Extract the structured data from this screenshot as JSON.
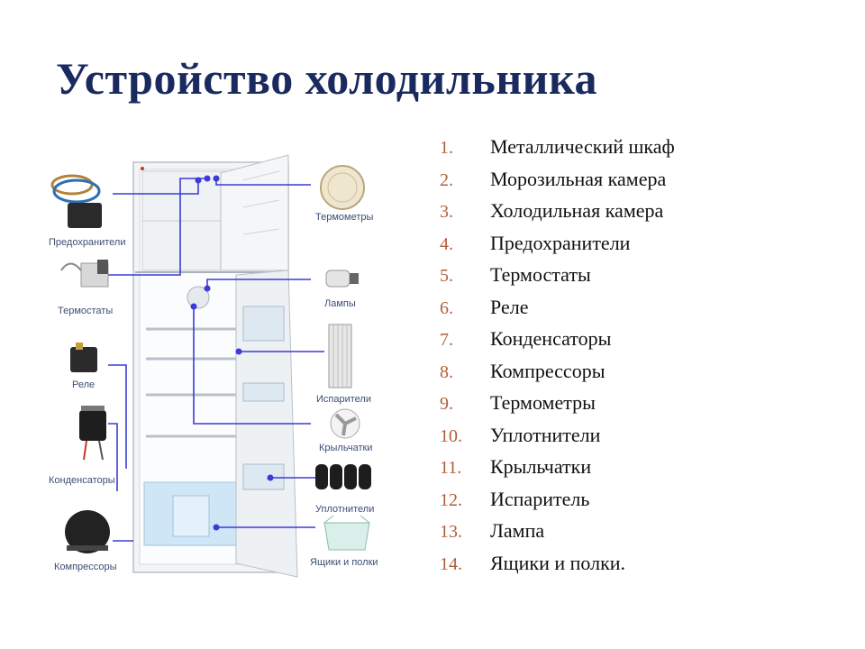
{
  "title": "Устройство холодильника",
  "labels": {
    "fuses": "Предохранители",
    "thermostats": "Термостаты",
    "relay": "Реле",
    "capacitors": "Конденсаторы",
    "compressors": "Компрессоры",
    "thermometers": "Термометры",
    "lamps": "Лампы",
    "evaporators": "Испарители",
    "impellers": "Крыльчатки",
    "seals": "Уплотнители",
    "drawers": "Ящики и полки"
  },
  "items": [
    {
      "num": "1.",
      "text": "Металлический шкаф"
    },
    {
      "num": "2.",
      "text": "Морозильная камера"
    },
    {
      "num": "3.",
      "text": "Холодильная камера"
    },
    {
      "num": "4.",
      "text": "Предохранители"
    },
    {
      "num": "5.",
      "text": "Термостаты"
    },
    {
      "num": "6.",
      "text": "Реле"
    },
    {
      "num": "7.",
      "text": "Конденсаторы"
    },
    {
      "num": "8.",
      "text": "Компрессоры"
    },
    {
      "num": "9.",
      "text": "Термометры"
    },
    {
      "num": "10.",
      "text": "Уплотнители"
    },
    {
      "num": "11.",
      "text": "Крыльчатки"
    },
    {
      "num": "12.",
      "text": "Испаритель"
    },
    {
      "num": "13.",
      "text": "Лампа"
    },
    {
      "num": "14.",
      "text": "Ящики и полки."
    }
  ],
  "colors": {
    "title": "#1a2a5e",
    "connector": "#3b3bd6",
    "number": "#b25e3c"
  }
}
